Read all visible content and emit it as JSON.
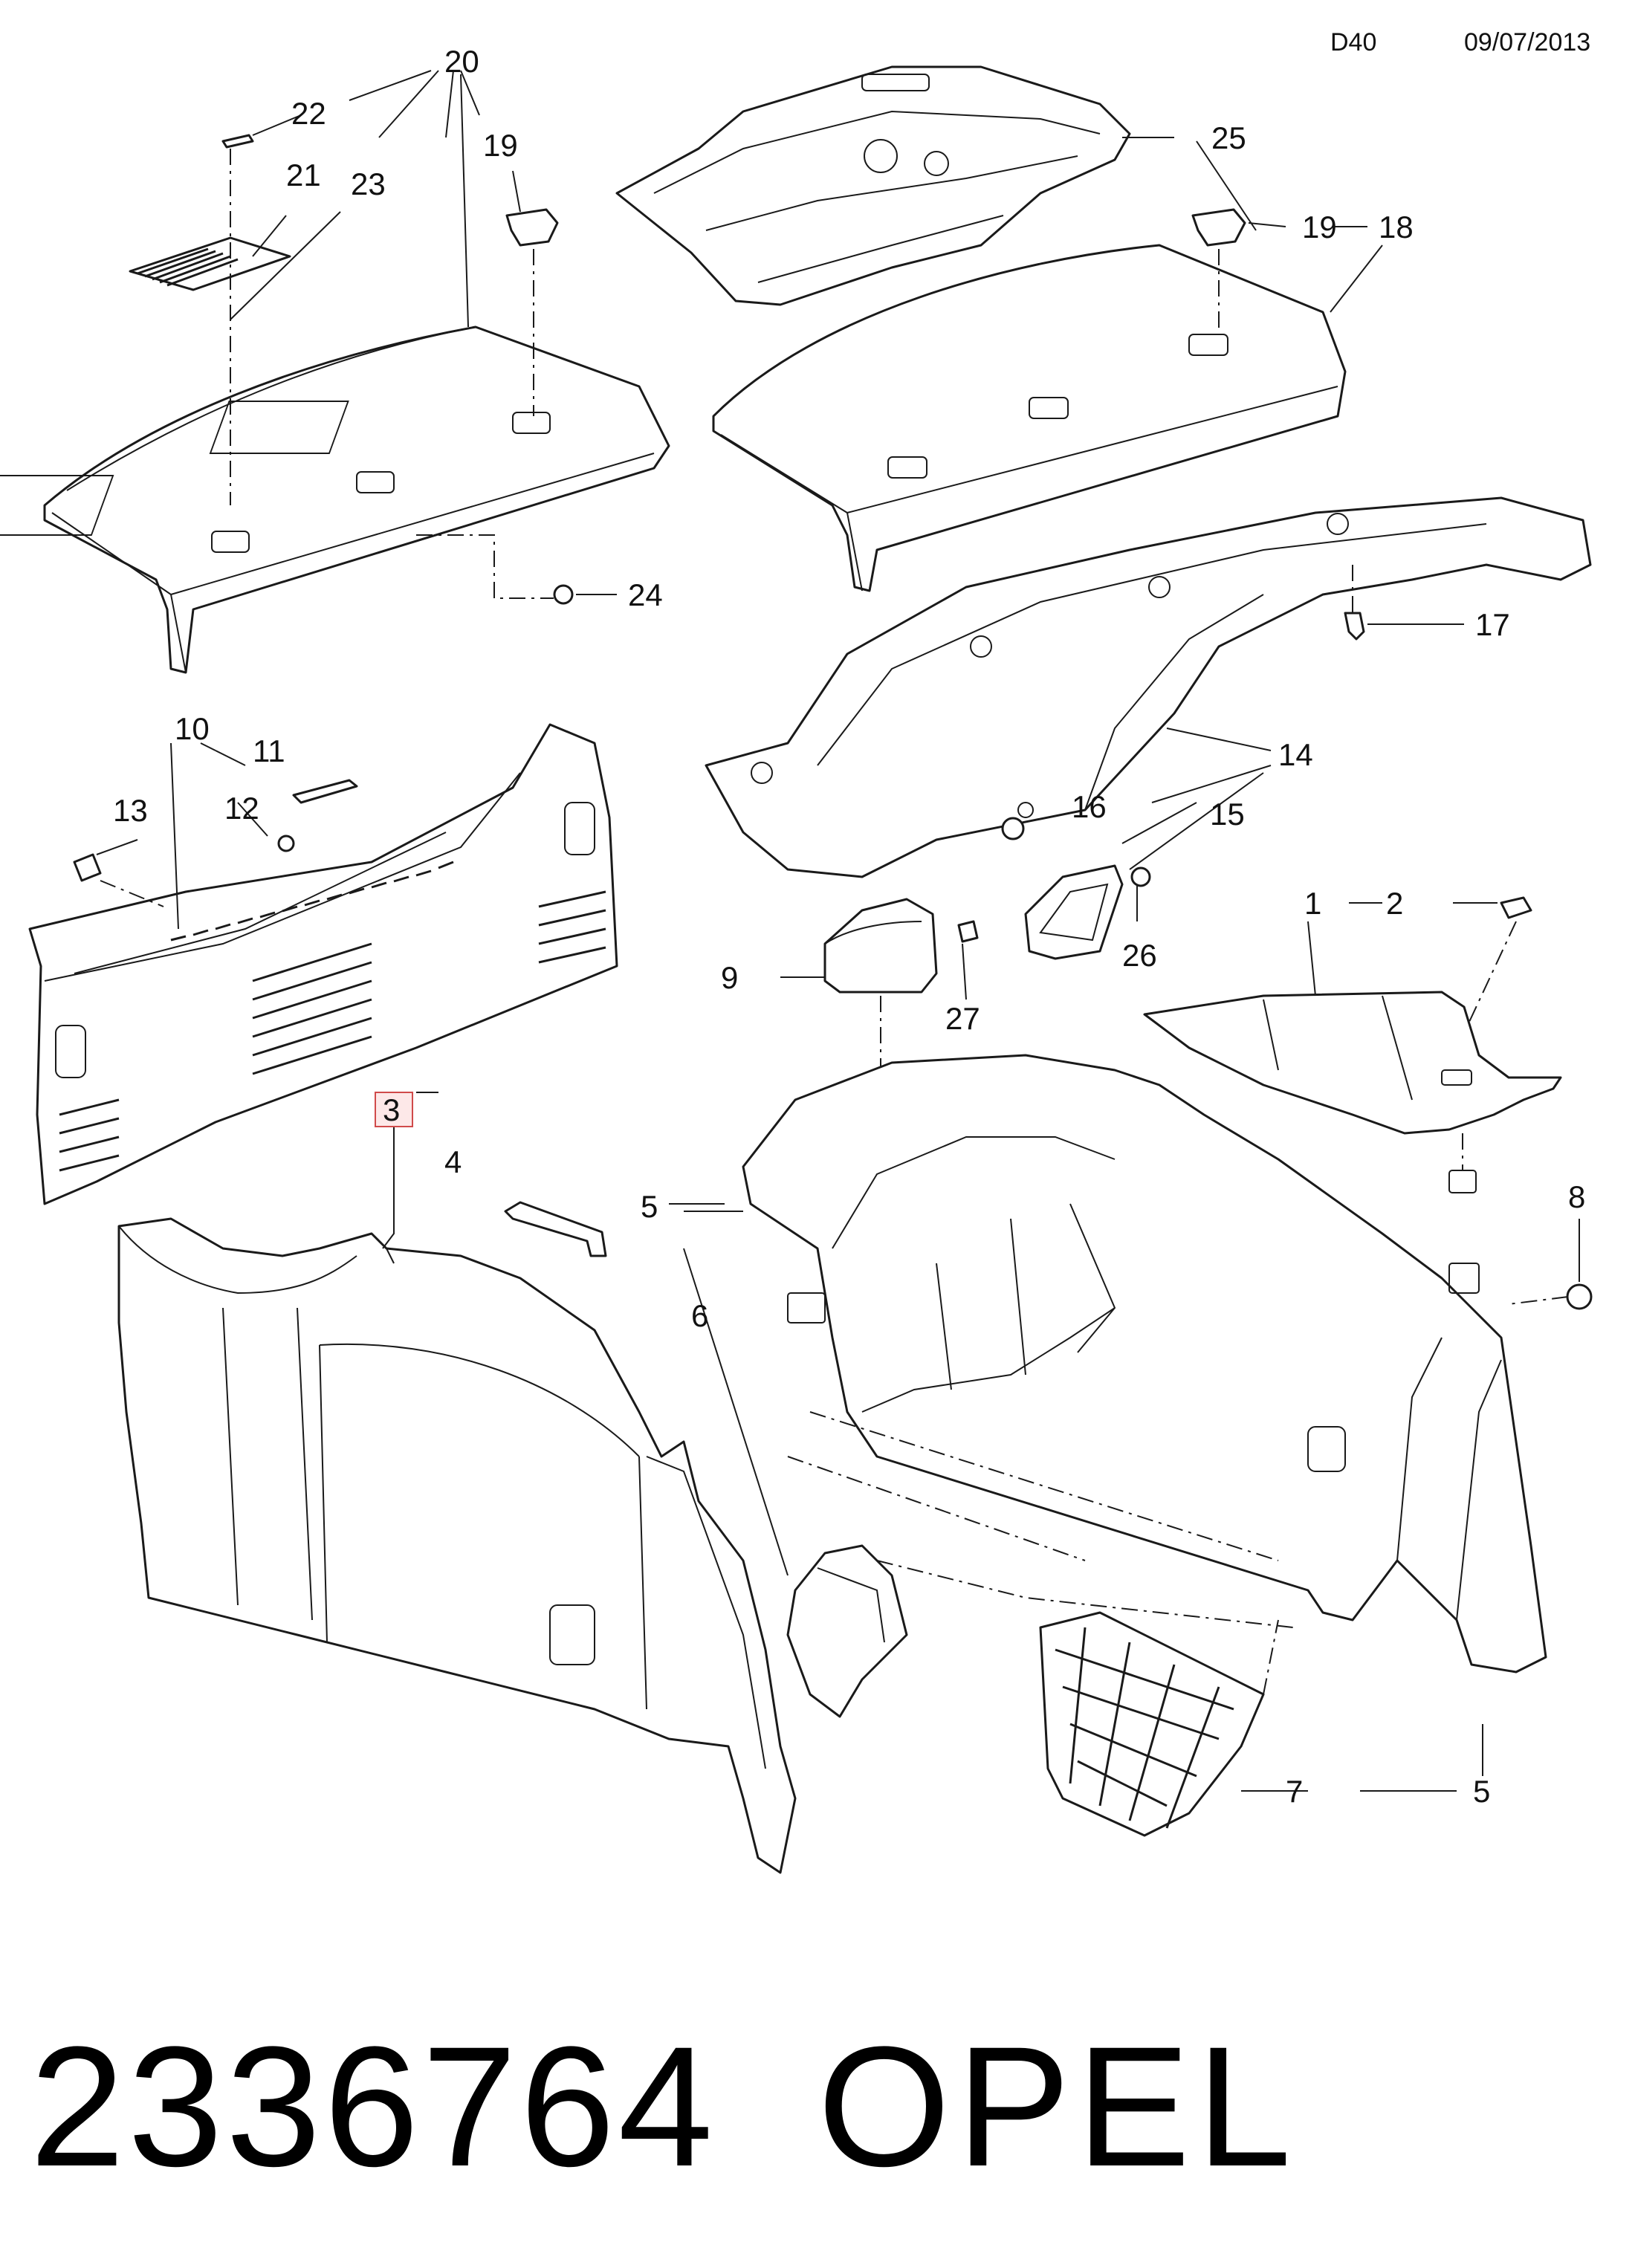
{
  "header": {
    "code": "D40",
    "date": "09/07/2013"
  },
  "callouts": {
    "c1": "1",
    "c2": "2",
    "c3": "3",
    "c4": "4",
    "c5a": "5",
    "c5b": "5",
    "c6": "6",
    "c7": "7",
    "c8": "8",
    "c9": "9",
    "c10": "10",
    "c11": "11",
    "c12": "12",
    "c13": "13",
    "c14": "14",
    "c15": "15",
    "c16": "16",
    "c17": "17",
    "c18": "18",
    "c19a": "19",
    "c19b": "19",
    "c20": "20",
    "c21": "21",
    "c22": "22",
    "c23": "23",
    "c24": "24",
    "c25": "25",
    "c26": "26",
    "c27": "27"
  },
  "highlighted_callout": "3",
  "footer": {
    "part_number": "2336764",
    "brand": "OPEL"
  },
  "colors": {
    "line": "#1a1a1a",
    "highlight_fill": "#fde8e8",
    "highlight_stroke": "#d04a4a"
  }
}
